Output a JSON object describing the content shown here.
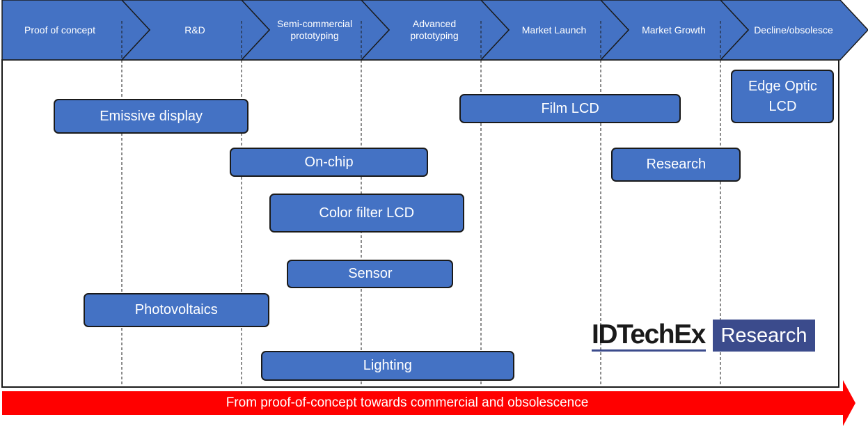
{
  "stages": [
    {
      "label": "Proof of concept"
    },
    {
      "label": "R&D"
    },
    {
      "label": "Semi-commercial\nprototyping"
    },
    {
      "label": "Advanced\nprototyping"
    },
    {
      "label": "Market Launch"
    },
    {
      "label": "Market Growth"
    },
    {
      "label": "Decline/obsolesce"
    }
  ],
  "items": [
    {
      "label": "Emissive display",
      "start": 0.43,
      "end": 2.06
    },
    {
      "label": "On-chip",
      "start": 1.9,
      "end": 3.56
    },
    {
      "label": "Color filter LCD",
      "start": 2.23,
      "end": 3.86
    },
    {
      "label": "Sensor",
      "start": 2.38,
      "end": 3.77
    },
    {
      "label": "Photovoltaics",
      "start": 0.68,
      "end": 2.23
    },
    {
      "label": "Lighting",
      "start": 2.16,
      "end": 4.28
    },
    {
      "label": "Film LCD",
      "start": 3.82,
      "end": 5.67
    },
    {
      "label": "Research",
      "start": 5.09,
      "end": 6.17
    },
    {
      "label": "Edge Optic\nLCD",
      "start": 6.09,
      "end": 6.95
    }
  ],
  "arrow": {
    "label": "From proof-of-concept towards commercial and obsolescence"
  },
  "logo": {
    "brand": "IDTechEx",
    "tag": "Research"
  },
  "colors": {
    "stage_fill": "#4472c4",
    "bar_fill": "#4472c4",
    "arrow": "#ff0000",
    "logo": "#3b4b8c"
  }
}
